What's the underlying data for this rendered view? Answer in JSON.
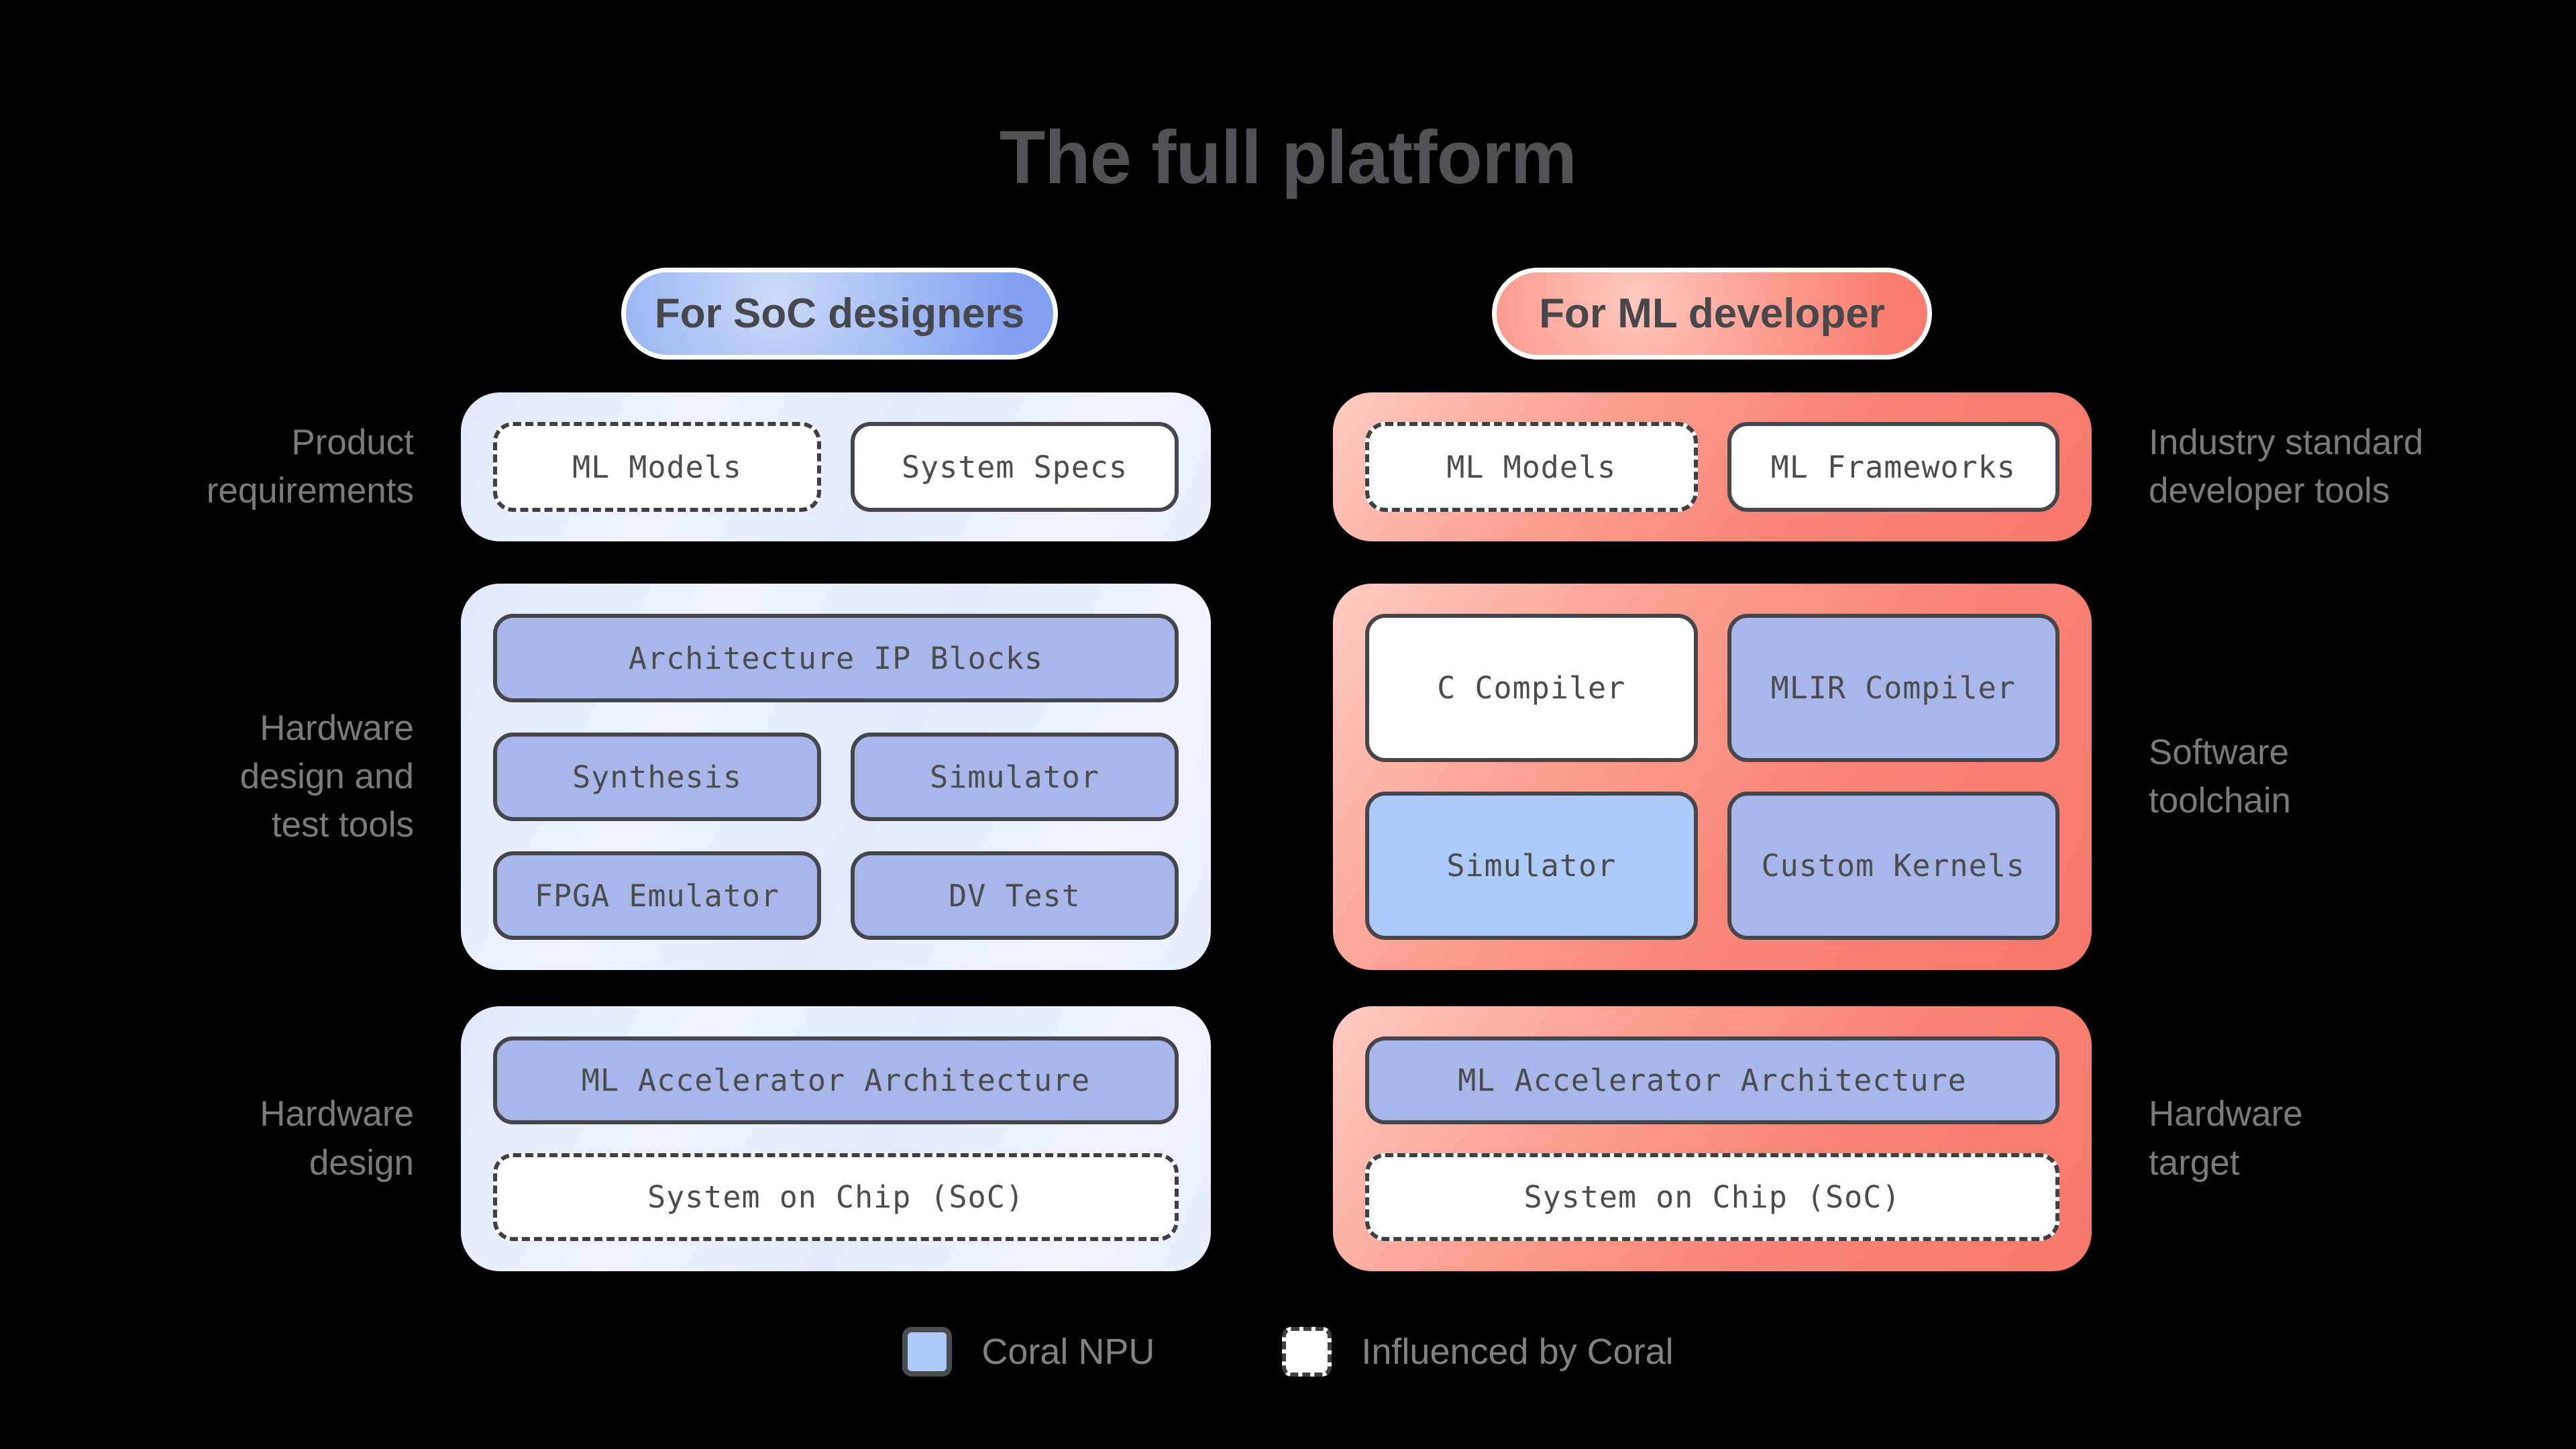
{
  "title": "The full platform",
  "colors": {
    "background": "#000000",
    "box_border": "#45464b",
    "coral_npu_blue": "#a9b6e9",
    "coral_npu_blue_light": "#adc9f7",
    "influenced_white": "#ffffff",
    "soc_panel_tint": "#e8eefd",
    "ml_panel_tint": "#f9897a",
    "soc_pill_gradient": [
      "#cddbf9",
      "#82a0f1"
    ],
    "ml_pill_gradient": [
      "#ffc9bf",
      "#f87d6d"
    ],
    "title_gray": "#515255",
    "label_gray": "#7a7b7e"
  },
  "columns": [
    {
      "id": "soc-designers",
      "pill_label": "For SoC designers",
      "theme": "blue",
      "sections": [
        {
          "name": "product-requirements",
          "label": "Product requirements",
          "label_lines": [
            "Product",
            "requirements"
          ],
          "label_side": "left",
          "grid": "grid-2col",
          "boxes": [
            {
              "text": "ML Models",
              "style": "influenced"
            },
            {
              "text": "System Specs",
              "style": "plain"
            }
          ]
        },
        {
          "name": "hardware-design-and-test-tools",
          "label": "Hardware design and test tools",
          "label_lines": [
            "Hardware",
            "design and",
            "test tools"
          ],
          "label_side": "left",
          "grid": "grid-tools",
          "boxes": [
            {
              "text": "Architecture IP Blocks",
              "style": "coral",
              "span": 2
            },
            {
              "text": "Synthesis",
              "style": "coral"
            },
            {
              "text": "Simulator",
              "style": "coral"
            },
            {
              "text": "FPGA Emulator",
              "style": "coral"
            },
            {
              "text": "DV Test",
              "style": "coral"
            }
          ]
        },
        {
          "name": "hardware-design",
          "label": "Hardware design",
          "label_lines": [
            "Hardware",
            "design"
          ],
          "label_side": "left",
          "grid": "grid-stack",
          "boxes": [
            {
              "text": "ML Accelerator Architecture",
              "style": "coral"
            },
            {
              "text": "System on Chip (SoC)",
              "style": "influenced"
            }
          ]
        }
      ]
    },
    {
      "id": "ml-developer",
      "pill_label": "For ML developer",
      "theme": "red",
      "sections": [
        {
          "name": "industry-standard-developer-tools",
          "label": "Industry standard developer tools",
          "label_lines": [
            "Industry standard",
            "developer tools"
          ],
          "label_side": "right",
          "grid": "grid-2col",
          "boxes": [
            {
              "text": "ML Models",
              "style": "influenced"
            },
            {
              "text": "ML Frameworks",
              "style": "plain"
            }
          ]
        },
        {
          "name": "software-toolchain",
          "label": "Software toolchain",
          "label_lines": [
            "Software",
            "toolchain"
          ],
          "label_side": "right",
          "grid": "grid-2x2",
          "boxes": [
            {
              "text": "C Compiler",
              "style": "plain"
            },
            {
              "text": "MLIR Compiler",
              "style": "coral"
            },
            {
              "text": "Simulator",
              "style": "coral-light"
            },
            {
              "text": "Custom Kernels",
              "style": "coral"
            }
          ]
        },
        {
          "name": "hardware-target",
          "label": "Hardware target",
          "label_lines": [
            "Hardware",
            "target"
          ],
          "label_side": "right",
          "grid": "grid-stack",
          "boxes": [
            {
              "text": "ML Accelerator Architecture",
              "style": "coral"
            },
            {
              "text": "System on Chip (SoC)",
              "style": "influenced"
            }
          ]
        }
      ]
    }
  ],
  "legend": [
    {
      "label": "Coral NPU",
      "swatch": "coral-npu"
    },
    {
      "label": "Influenced by Coral",
      "swatch": "influenced"
    }
  ]
}
